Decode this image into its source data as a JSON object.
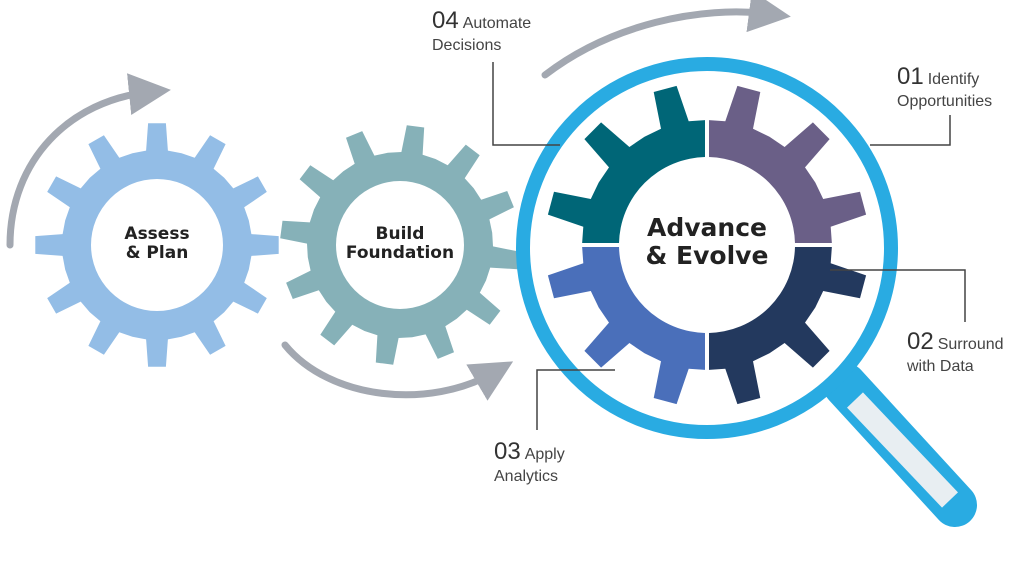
{
  "gears": [
    {
      "label_line1": "Assess",
      "label_line2": "& Plan",
      "color": "#93bde6"
    },
    {
      "label_line1": "Build",
      "label_line2": "Foundation",
      "color": "#86b1b8"
    },
    {
      "label_line1": "Advance",
      "label_line2": "& Evolve"
    }
  ],
  "quadrant_colors": {
    "top_left": "#006677",
    "top_right": "#6a5f87",
    "bottom_left": "#4a6fba",
    "bottom_right": "#23395e"
  },
  "magnifier_color": "#29abe2",
  "arrow_color": "#a3a8b1",
  "steps": [
    {
      "num": "01",
      "line1": "Identify",
      "line2": "Opportunities"
    },
    {
      "num": "02",
      "line1": "Surround",
      "line2": "with Data"
    },
    {
      "num": "03",
      "line1": "Apply",
      "line2": "Analytics"
    },
    {
      "num": "04",
      "line1": "Automate",
      "line2": "Decisions"
    }
  ]
}
